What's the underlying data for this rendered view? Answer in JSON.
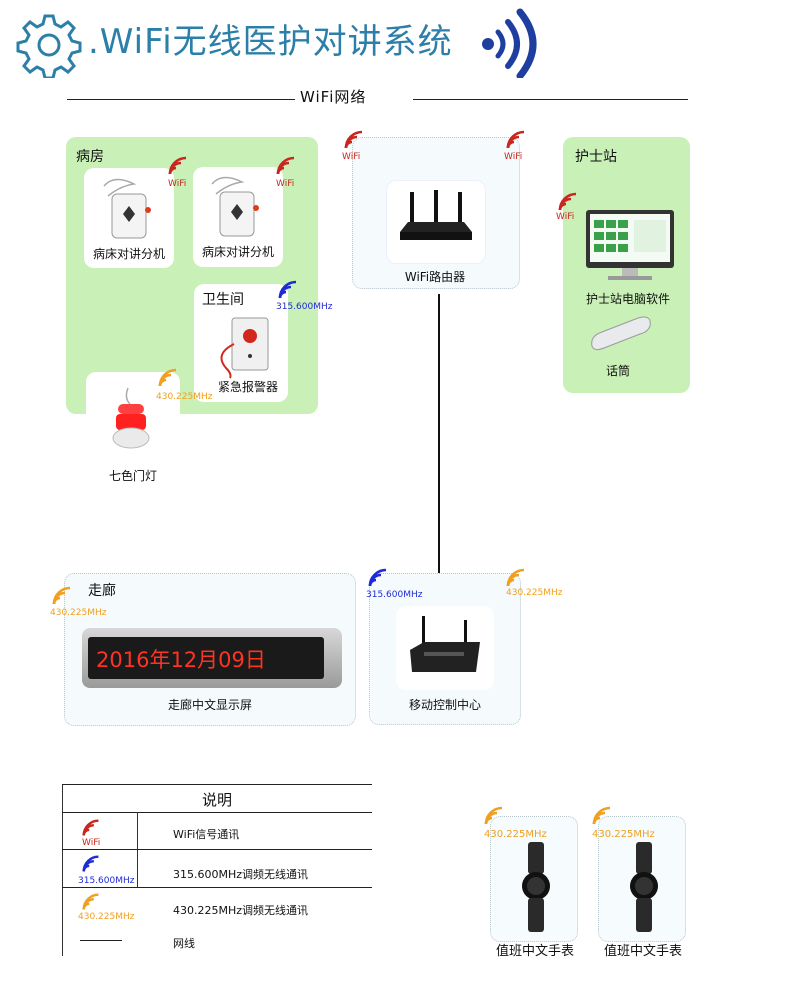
{
  "header": {
    "title": ".WiFi无线医护对讲系统",
    "network_label": "WiFi网络"
  },
  "colors": {
    "wifi_red": "#c8261e",
    "freq_blue": "#1f2ad6",
    "freq_orange": "#f0a020",
    "zone_green": "#c9f0b7",
    "title_blue": "#2b7fa8"
  },
  "zones": {
    "ward": {
      "title": "病房",
      "devices": {
        "bed_unit_1": "病床对讲分机",
        "bed_unit_2": "病床对讲分机",
        "door_light": "七色门灯"
      },
      "bathroom": {
        "title": "卫生间",
        "device": "紧急报警器"
      }
    },
    "router": {
      "device": "WiFi路由器"
    },
    "nurse_station": {
      "title": "护士站",
      "software": "护士站电脑软件",
      "handset": "话筒"
    },
    "corridor": {
      "title": "走廊",
      "display": "走廊中文显示屏",
      "display_text": "2016年12月09日"
    },
    "control": {
      "device": "移动控制中心"
    }
  },
  "signals": {
    "wifi": "WiFi",
    "freq_315": "315.600MHz",
    "freq_430": "430.225MHz"
  },
  "watches": [
    {
      "label": "值班中文手表",
      "freq": "430.225MHz"
    },
    {
      "label": "值班中文手表",
      "freq": "430.225MHz"
    }
  ],
  "legend": {
    "title": "说明",
    "rows": [
      {
        "icon": "WiFi",
        "text": "WiFi信号通讯"
      },
      {
        "icon": "315.600MHz",
        "text": "315.600MHz调频无线通讯"
      },
      {
        "icon": "430.225MHz",
        "text": "430.225MHz调频无线通讯"
      },
      {
        "icon": "",
        "text": "网线"
      }
    ]
  }
}
